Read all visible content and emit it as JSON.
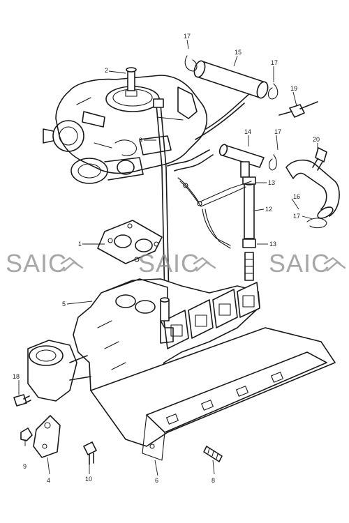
{
  "watermark": {
    "text": "SAIC"
  },
  "callouts": {
    "c1": "1",
    "c2": "2",
    "c3": "3",
    "c4": "4",
    "c5": "5",
    "c6": "6",
    "c8": "8",
    "c9": "9",
    "c10": "10",
    "c12": "12",
    "c13a": "13",
    "c13b": "13",
    "c14": "14",
    "c15": "15",
    "c16": "16",
    "c17a": "17",
    "c17b": "17",
    "c17c": "17",
    "c17d": "17",
    "c18": "18",
    "c19": "19",
    "c20": "20"
  }
}
